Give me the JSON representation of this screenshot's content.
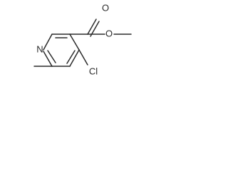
{
  "molecule": {
    "atoms": {
      "ring_nitrogen": "N",
      "carbonyl_oxygen": "O",
      "ester_oxygen": "O",
      "chlorine": "Cl"
    }
  }
}
